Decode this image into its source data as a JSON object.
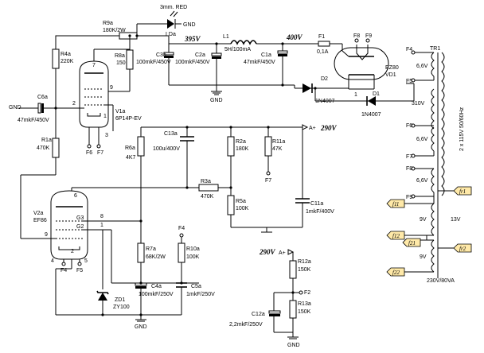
{
  "components": {
    "r9a": {
      "ref": "R9a",
      "value": "180K/2W"
    },
    "lda": {
      "ref": "LDa",
      "value": "3mm. RED"
    },
    "gnd_top": "GND",
    "v395": "395V",
    "l1": {
      "ref": "L1",
      "value": "5H/100mA"
    },
    "v400": "400V",
    "f1": {
      "ref": "F1",
      "value": "0,1A"
    },
    "f8": "F8",
    "f9": "F9",
    "vd1": {
      "ref": "EZ80",
      "value": "VD1"
    },
    "r4a": {
      "ref": "R4a",
      "value": "220K"
    },
    "r8a": {
      "ref": "R8a",
      "value": "150"
    },
    "c3a": {
      "ref": "C3a",
      "value": "100mkF/450V"
    },
    "c2a": {
      "ref": "C2a",
      "value": "100mkF/450V"
    },
    "c1a": {
      "ref": "C1a",
      "value": "47mkF/450V"
    },
    "gnd_c2": "GND",
    "c6a": {
      "ref": "C6a",
      "value": "47mkF/450V"
    },
    "gnd_left": "GND",
    "v1a": {
      "ref": "V1a",
      "value": "6P14P-EV"
    },
    "pin7": "7",
    "pin2": "2",
    "pin9_v1": "9",
    "pin3": "3",
    "pin1_v1": "1",
    "f6a": "F6",
    "f7a": "F7",
    "d2": {
      "ref": "D2",
      "value": "1N4007"
    },
    "d1": {
      "ref": "D1",
      "value": "1N4007"
    },
    "d1pin": "1",
    "r1a": {
      "ref": "R1a",
      "value": "470K"
    },
    "r6a": {
      "ref": "R6a",
      "value": "4K7"
    },
    "c13a": {
      "ref": "C13a",
      "value": "100u/400V"
    },
    "r2a": {
      "ref": "R2a",
      "value": "180K"
    },
    "r11a": {
      "ref": "R11a",
      "value": "47K"
    },
    "f7b": "F7",
    "aplus1": "A+",
    "v290a": "290V",
    "r3a": {
      "ref": "R3a",
      "value": "470K"
    },
    "r5a": {
      "ref": "R5a",
      "value": "100K"
    },
    "c11a": {
      "ref": "C11a",
      "value": "1mkF/400V"
    },
    "v2a": {
      "ref": "V2a",
      "value": "EF86"
    },
    "pin6": "6",
    "pin8": "8",
    "g3": "G3",
    "g2": "G2",
    "pin1_v2": "1",
    "pin9_v2": "9",
    "pin4": "4",
    "pin5": "5",
    "pin2_v2": "2",
    "f4a": "F4",
    "f5a": "F5",
    "r7a": {
      "ref": "R7a",
      "value": "68K/2W"
    },
    "r10a": {
      "ref": "R10a",
      "value": "100K"
    },
    "f4b": "F4",
    "c4a": {
      "ref": "C4a",
      "value": "100mkF/250V"
    },
    "c5a": {
      "ref": "C5a",
      "value": "1mkF/250V"
    },
    "zd1": {
      "ref": "ZD1",
      "value": "ZY100"
    },
    "gnd_bot": "GND",
    "v290b": "290V",
    "aplus2": "A+",
    "r12a": {
      "ref": "R12a",
      "value": "150K"
    },
    "f2": "F2",
    "r13a": {
      "ref": "R13a",
      "value": "150K"
    },
    "c12a": {
      "ref": "C12a",
      "value": "2,2mkF/250V"
    },
    "gnd_br": "GND"
  },
  "transformer": {
    "ref": "TR1",
    "primary": "2 x 115V 50/60Hz",
    "rating": "230V/80VA",
    "pins": {
      "f4": "F4",
      "f5": "F5",
      "f6": "F6",
      "f7": "F7",
      "f8": "F8",
      "f9": "F9"
    },
    "w66a": "6,6V",
    "w66b": "6,6V",
    "w310": "310V",
    "w66c": "6,6V",
    "w66d": "6,6V",
    "w9a": "9V",
    "w9b": "9V",
    "w13": "13V"
  },
  "tags": {
    "fr1": "fr1",
    "f11": "f11",
    "f12": "f12",
    "f21": "f21",
    "f22": "f22",
    "fr2": "fr2"
  },
  "colors": {
    "tag_fill": "#ffe9a8",
    "wire": "#000000"
  }
}
